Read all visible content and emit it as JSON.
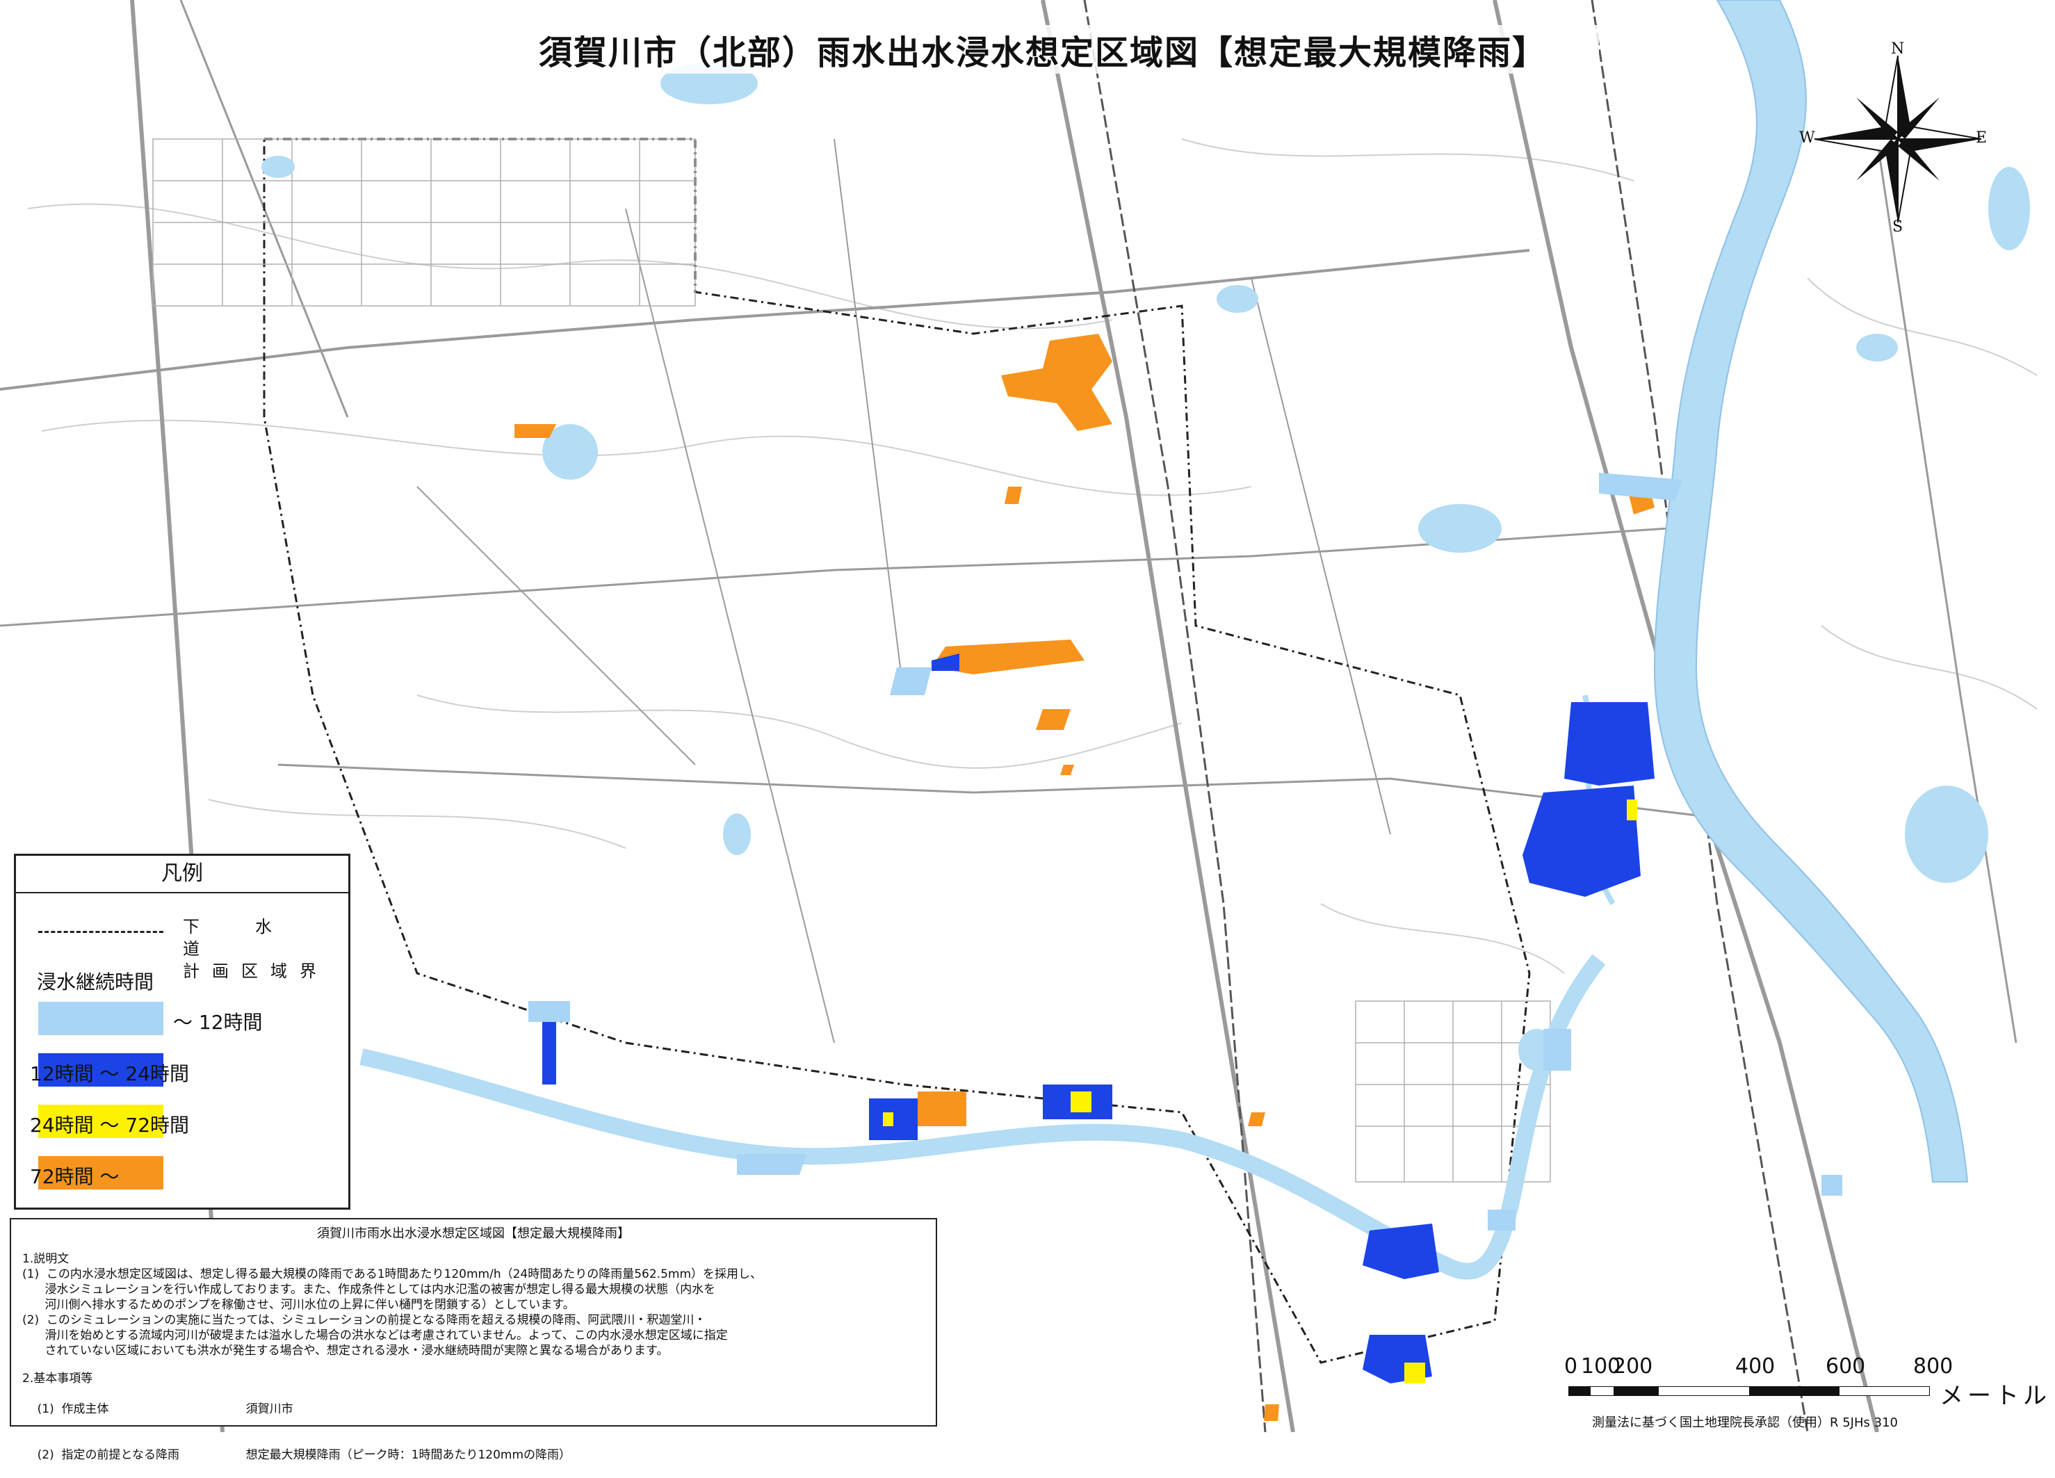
{
  "title": "須賀川市（北部）雨水出水浸水想定区域図【想定最大規模降雨】",
  "legend": {
    "heading": "凡例",
    "sewer_line_row1": "下　水　道",
    "sewer_line_row2": "計画区域界",
    "duration_heading": "浸水継続時間",
    "classes": [
      {
        "label": "～ 12時間",
        "color": "#a8d4f5"
      },
      {
        "label": "12時間 ～ 24時間",
        "color": "#1c43e6"
      },
      {
        "label": "24時間 ～ 72時間",
        "color": "#fff200"
      },
      {
        "label": "72時間 ～",
        "color": "#f7941d"
      }
    ]
  },
  "notes": {
    "heading": "須賀川市雨水出水浸水想定区域図【想定最大規模降雨】",
    "s1_heading": "1.説明文",
    "s1_p1": "(1)  この内水浸水想定区域図は、想定し得る最大規模の降雨である1時間あたり120mm/h（24時間あたりの降雨量562.5mm）を採用し、\n      浸水シミュレーションを行い作成しております。また、作成条件としては内水氾濫の被害が想定し得る最大規模の状態（内水を\n      河川側へ排水するためのポンプを稼働させ、河川水位の上昇に伴い樋門を閉鎖する）としています。",
    "s1_p2": "(2)  このシミュレーションの実施に当たっては、シミュレーションの前提となる降雨を超える規模の降雨、阿武隈川・釈迦堂川・\n      滑川を始めとする流域内河川が破堤または溢水した場合の洪水などは考慮されていません。よって、この内水浸水想定区域に指定\n      されていない区域においても洪水が発生する場合や、想定される浸水・浸水継続時間が実際と異なる場合があります。",
    "s2_heading": "2.基本事項等",
    "s2_r1_label": "(1)  作成主体",
    "s2_r1_value": "須賀川市",
    "s2_r2_label": "(2)  指定の前提となる降雨",
    "s2_r2_value": "想定最大規模降雨（ピーク時：1時間あたり120mmの降雨）"
  },
  "scale": {
    "ticks": [
      "0",
      "100",
      "200",
      "400",
      "600",
      "800"
    ],
    "unit": "メートル"
  },
  "approval": "測量法に基づく国土地理院長承認（使用）R 5JHs 310",
  "compass": {
    "n": "N",
    "s": "S",
    "e": "E",
    "w": "W"
  },
  "colors": {
    "river": "#b3dcf5",
    "road": "#9a9a9a",
    "light_flood": "#a8d4f5",
    "mid_flood": "#1c43e6",
    "high_flood": "#fff200",
    "long_flood": "#f7941d"
  }
}
